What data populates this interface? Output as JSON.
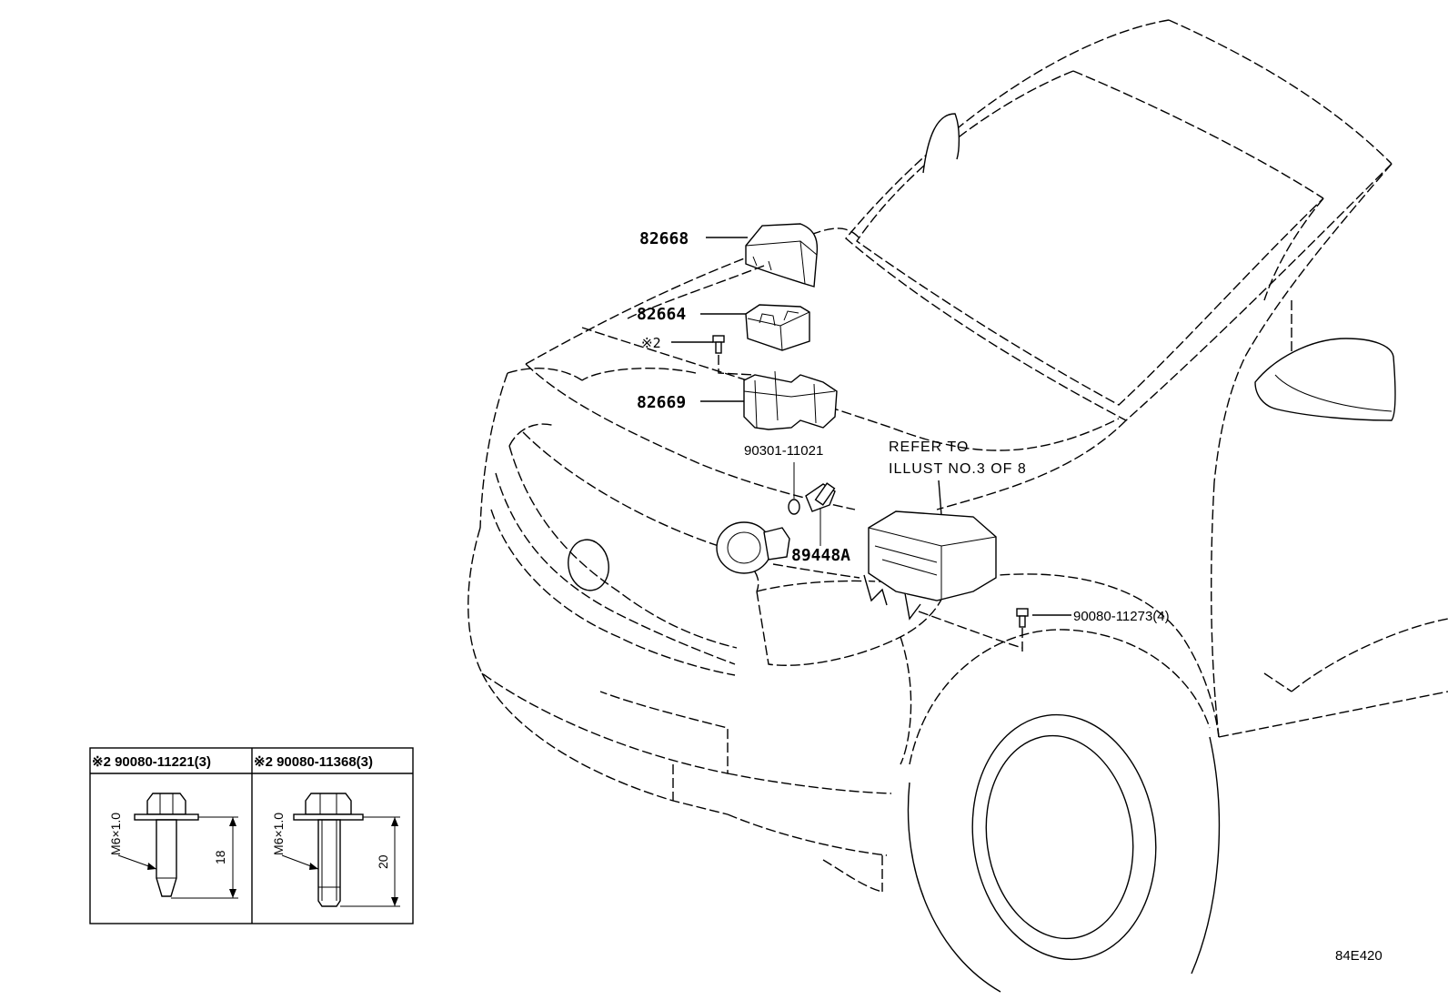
{
  "diagram": {
    "diagram_code": "84E420",
    "parts": [
      {
        "id": "p82668",
        "number": "82668"
      },
      {
        "id": "p82664",
        "number": "82664"
      },
      {
        "id": "p82669",
        "number": "82669"
      },
      {
        "id": "p90301",
        "number": "90301-11021"
      },
      {
        "id": "p89448",
        "number": "89448A"
      },
      {
        "id": "p90080",
        "number": "90080-11273(4)"
      }
    ],
    "note_marker": "※2",
    "reference_note": {
      "line1": "REFER TO",
      "line2": "ILLUST NO.3 OF 8"
    }
  },
  "legend_table": {
    "columns": [
      {
        "header": "※2 90080-11221(3)",
        "thread": "M6×1.0",
        "length": "18"
      },
      {
        "header": "※2 90080-11368(3)",
        "thread": "M6×1.0",
        "length": "20"
      }
    ]
  }
}
